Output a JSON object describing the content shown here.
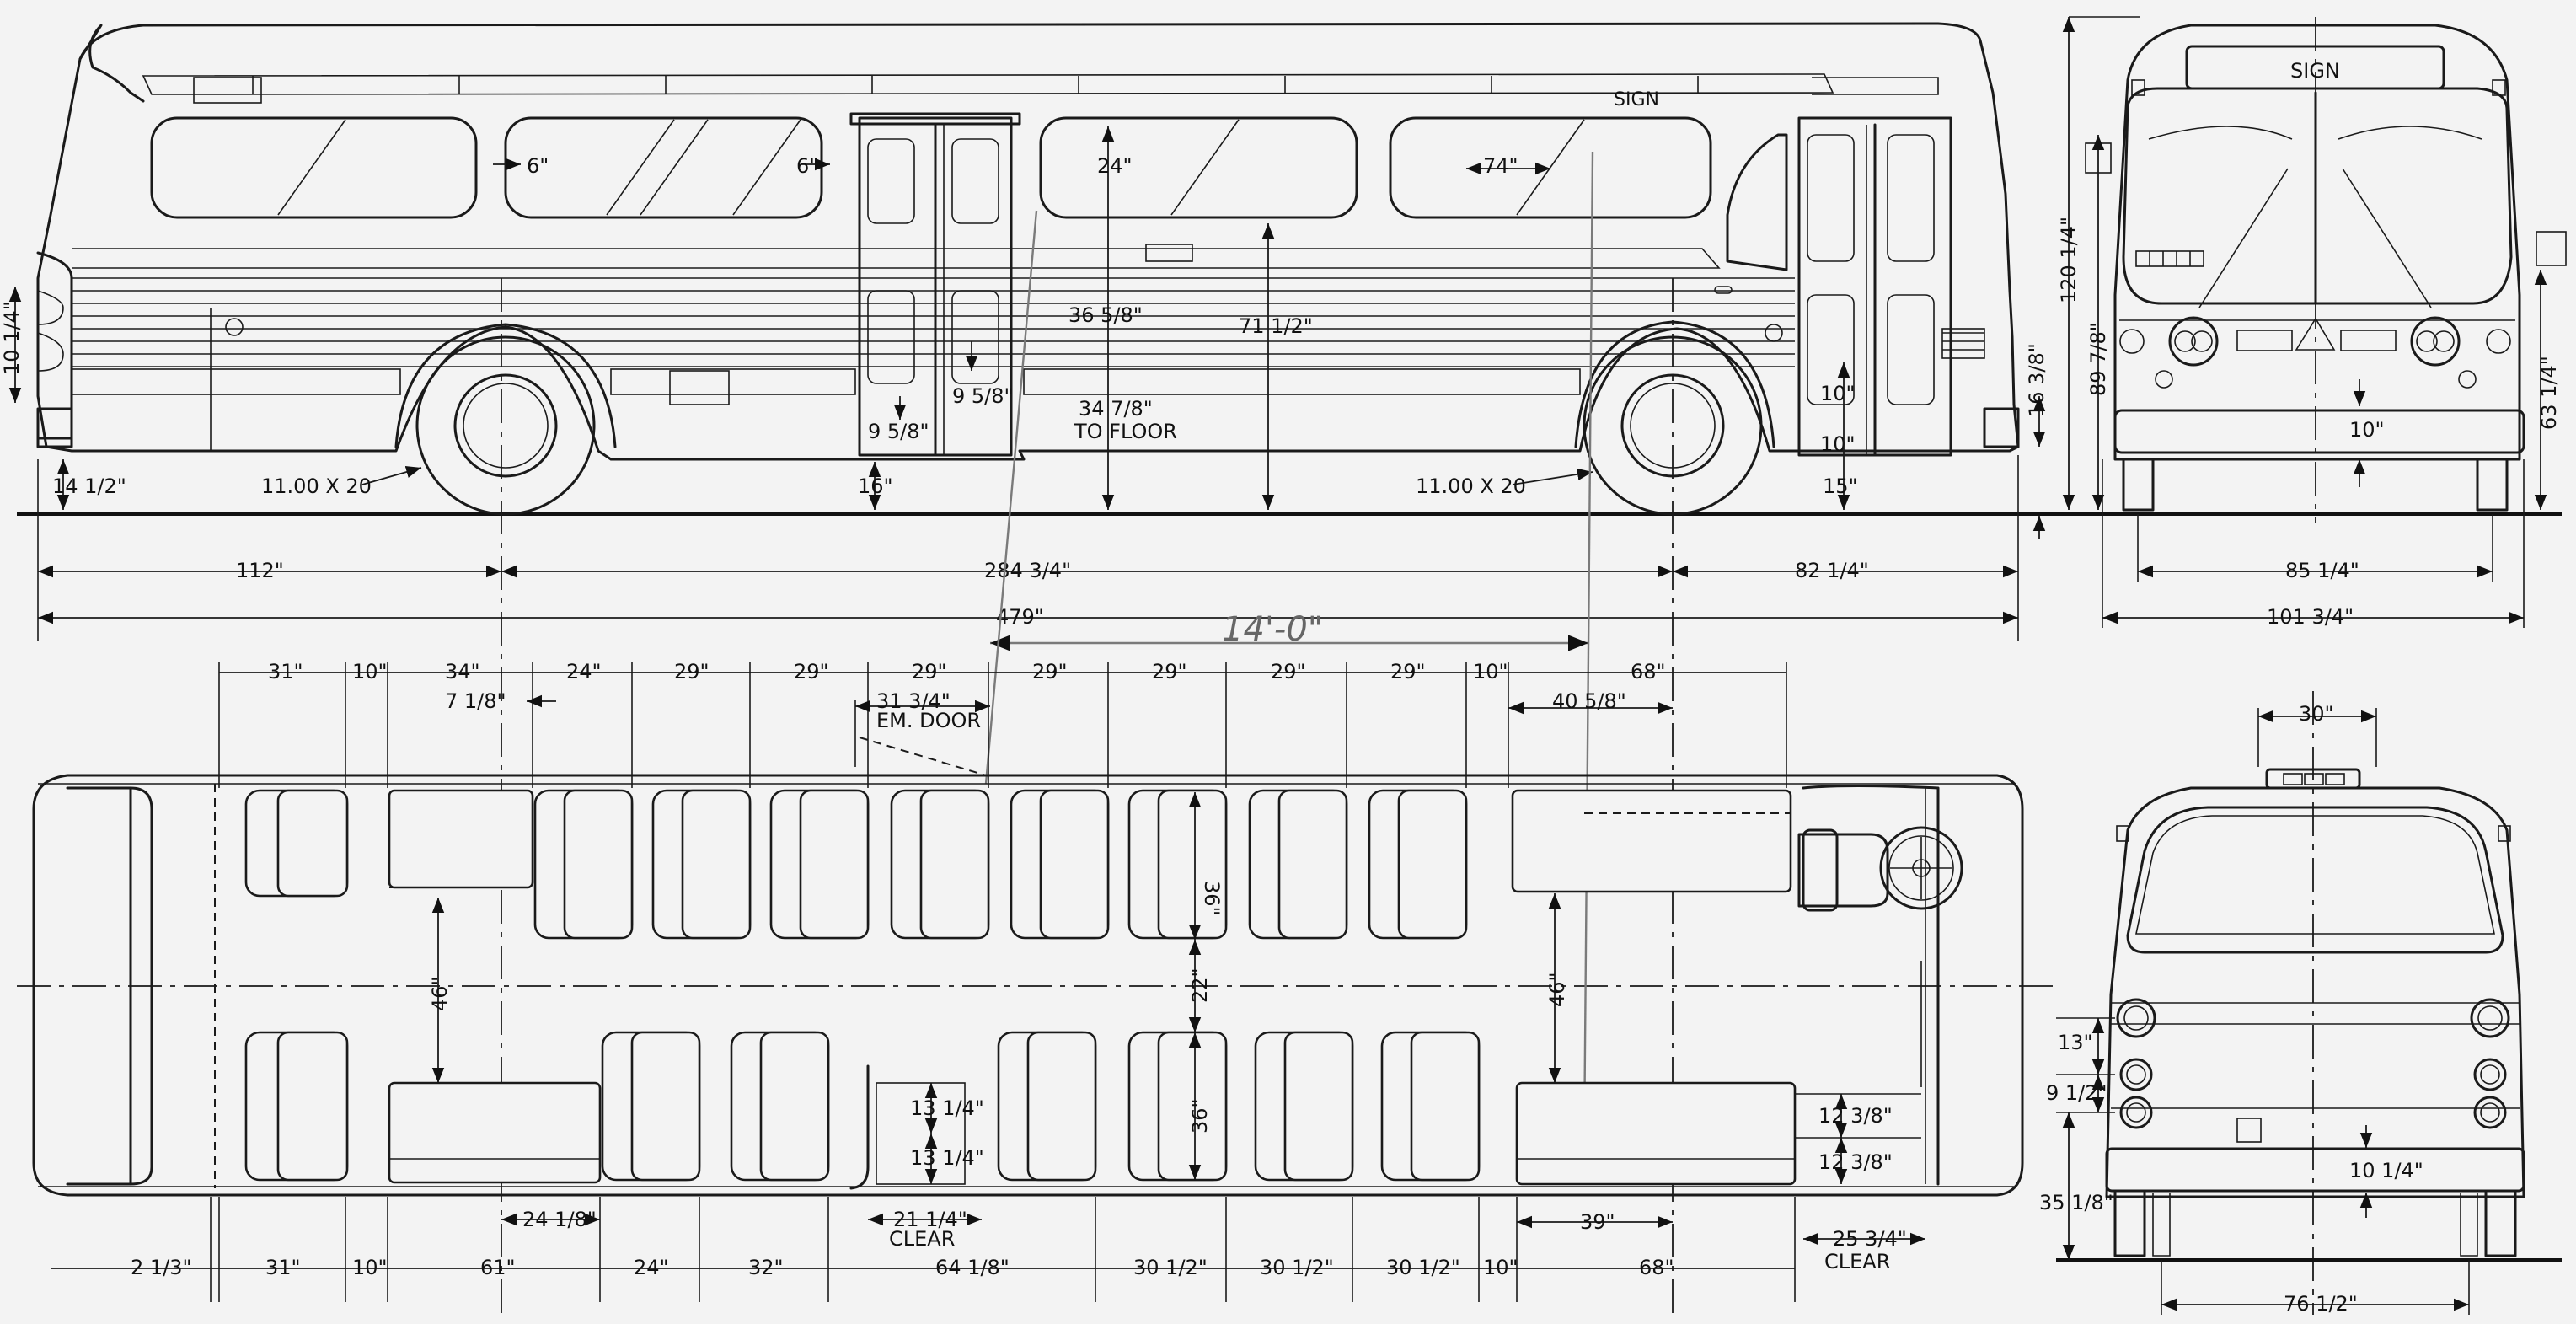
{
  "side_view": {
    "sign_text": "SIGN",
    "window_gap_1": "6\"",
    "window_gap_2": "6\"",
    "window_height": "24\"",
    "window_width": "74\"",
    "floor_to_window": "36 5/8\"",
    "interior_height": "71 1/2\"",
    "floor_height": "34 7/8\"",
    "to_floor": "TO FLOOR",
    "step_height": "9 5/8\"",
    "step_height_right": "9 5/8\"",
    "ground_clearance_door": "16\"",
    "front_step_1": "10\"",
    "front_step_2": "10\"",
    "front_ground_clearance": "15\"",
    "bumper_height_front": "16 3/8\"",
    "bumper_height_rear": "10 1/4\"",
    "rear_ground": "14 1/2\"",
    "tire_rear": "11.00 X 20",
    "tire_front": "11.00 X 20",
    "rear_overhang": "112\"",
    "wheelbase": "284 3/4\"",
    "front_overhang": "82 1/4\"",
    "overall_length": "479\"",
    "handwritten_length": "14'-0\""
  },
  "front_view": {
    "sign_text": "SIGN",
    "overall_height": "120 1/4\"",
    "window_sill_height": "89 7/8\"",
    "headlight_height": "63 1/4\"",
    "bumper_gap": "10\"",
    "track_width": "85 1/4\"",
    "overall_width": "101 3/4\""
  },
  "rear_view": {
    "roof_light_width": "30\"",
    "light_spacing_1": "13\"",
    "light_spacing_2": "9 1/2\"",
    "bumper_gap": "10 1/4\"",
    "bumper_height": "35 1/8\"",
    "track_width": "76 1/2\""
  },
  "plan_view": {
    "top_dims": [
      "31\"",
      "10\"",
      "34\"",
      "24\"",
      "29\"",
      "29\"",
      "29\"",
      "29\"",
      "29\"",
      "29\"",
      "29\"",
      "10\"",
      "68\""
    ],
    "aisle_offset": "7 1/8\"",
    "em_door_width": "31 3/4\"",
    "em_door_label": "EM. DOOR",
    "front_section": "40 5/8\"",
    "aisle_width_left": "46\"",
    "aisle_width_right": "46\"",
    "seat_depth_top": "36\"",
    "aisle_center": "22\"",
    "seat_depth_bottom": "36\"",
    "rear_door_step_1": "13 1/4\"",
    "rear_door_step_2": "13 1/4\"",
    "front_door_step_1": "12 3/8\"",
    "front_door_step_2": "12 3/8\"",
    "bench_width": "24 1/8\"",
    "rear_door_clear": "21 1/4\"",
    "rear_door_clear_label": "CLEAR",
    "front_bench": "39\"",
    "front_door_clear": "25 3/4\"",
    "front_door_clear_label": "CLEAR",
    "bottom_dims": [
      "2 1/3\"",
      "31\"",
      "10\"",
      "61\"",
      "24\"",
      "32\"",
      "64 1/8\"",
      "30 1/2\"",
      "30 1/2\"",
      "30 1/2\"",
      "10\"",
      "68\""
    ]
  }
}
